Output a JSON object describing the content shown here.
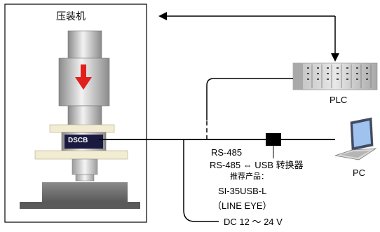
{
  "press": {
    "title": "压装机",
    "sensor_label": "DSCB"
  },
  "plc": {
    "label": "PLC"
  },
  "pc": {
    "label": "PC"
  },
  "connection": {
    "rs485_label": "RS-485",
    "converter_label": "RS-485 ⇔ USB 转换器",
    "recommend_label": "推荐产品：",
    "model_label": "SI-35USB-L",
    "maker_label": "（LINE EYE）"
  },
  "power": {
    "label": "DC 12 ～ 24 V"
  },
  "colors": {
    "outline": "#000000",
    "cylinder_dark": "#8c8c8c",
    "cylinder_light": "#e6e6e6",
    "arrow": "#e0201b",
    "plate": "#f1ecd2",
    "base": "#6e6e6e",
    "plc_body": "#c9c9c9"
  }
}
